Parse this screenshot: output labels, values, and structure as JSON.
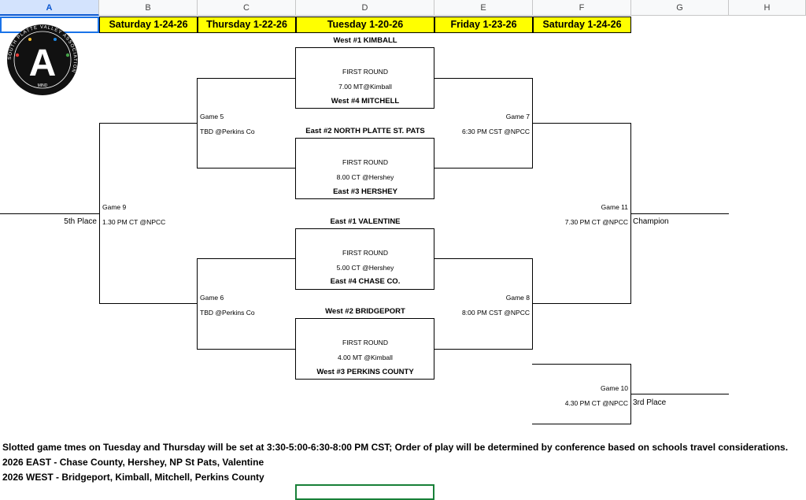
{
  "columns": [
    "A",
    "B",
    "C",
    "D",
    "E",
    "F",
    "G",
    "H"
  ],
  "dates": [
    "Saturday 1-24-26",
    "Thursday 1-22-26",
    "Tuesday 1-20-26",
    "Friday 1-23-26",
    "Saturday 1-24-26"
  ],
  "logo": {
    "letter": "A",
    "ring_text": "SOUTH PLATTE VALLEY ASSOCIATION",
    "center_text": "MIND"
  },
  "round1": [
    {
      "top_team": "West #1 KIMBALL",
      "label": "FIRST ROUND",
      "time": "7.00 MT@Kimball",
      "bottom_team": "West #4 MITCHELL"
    },
    {
      "top_team": "East #2 NORTH PLATTE ST. PATS",
      "label": "FIRST ROUND",
      "time": "8.00 CT @Hershey",
      "bottom_team": "East #3  HERSHEY"
    },
    {
      "top_team": "East #1 VALENTINE",
      "label": "FIRST ROUND",
      "time": "5.00 CT @Hershey",
      "bottom_team": "East #4 CHASE CO."
    },
    {
      "top_team": "West #2 BRIDGEPORT",
      "label": "FIRST ROUND",
      "time": "4.00 MT @Kimball",
      "bottom_team": "West #3 PERKINS COUNTY"
    }
  ],
  "games": {
    "g5": {
      "name": "Game 5",
      "time": "TBD @Perkins Co"
    },
    "g6": {
      "name": "Game 6",
      "time": "TBD @Perkins Co"
    },
    "g7": {
      "name": "Game 7",
      "time": "6:30 PM CST @NPCC"
    },
    "g8": {
      "name": "Game 8",
      "time": "8:00 PM CST @NPCC"
    },
    "g9": {
      "name": "Game 9",
      "time": "1.30 PM CT @NPCC"
    },
    "g10": {
      "name": "Game 10",
      "time": "4.30 PM CT @NPCC"
    },
    "g11": {
      "name": "Game 11",
      "time": "7.30 PM CT @NPCC"
    }
  },
  "places": {
    "fifth": "5th Place",
    "champion": "Champion",
    "third": "3rd Place"
  },
  "notes": [
    "Slotted game tmes on Tuesday and Thursday will be set at 3:30-5:00-6:30-8:00 PM CST; Order of play will be determined by conference based on schools travel considerations.",
    "2026 EAST - Chase County, Hershey, NP St Pats, Valentine",
    "2026 WEST - Bridgeport, Kimball, Mitchell, Perkins County"
  ]
}
